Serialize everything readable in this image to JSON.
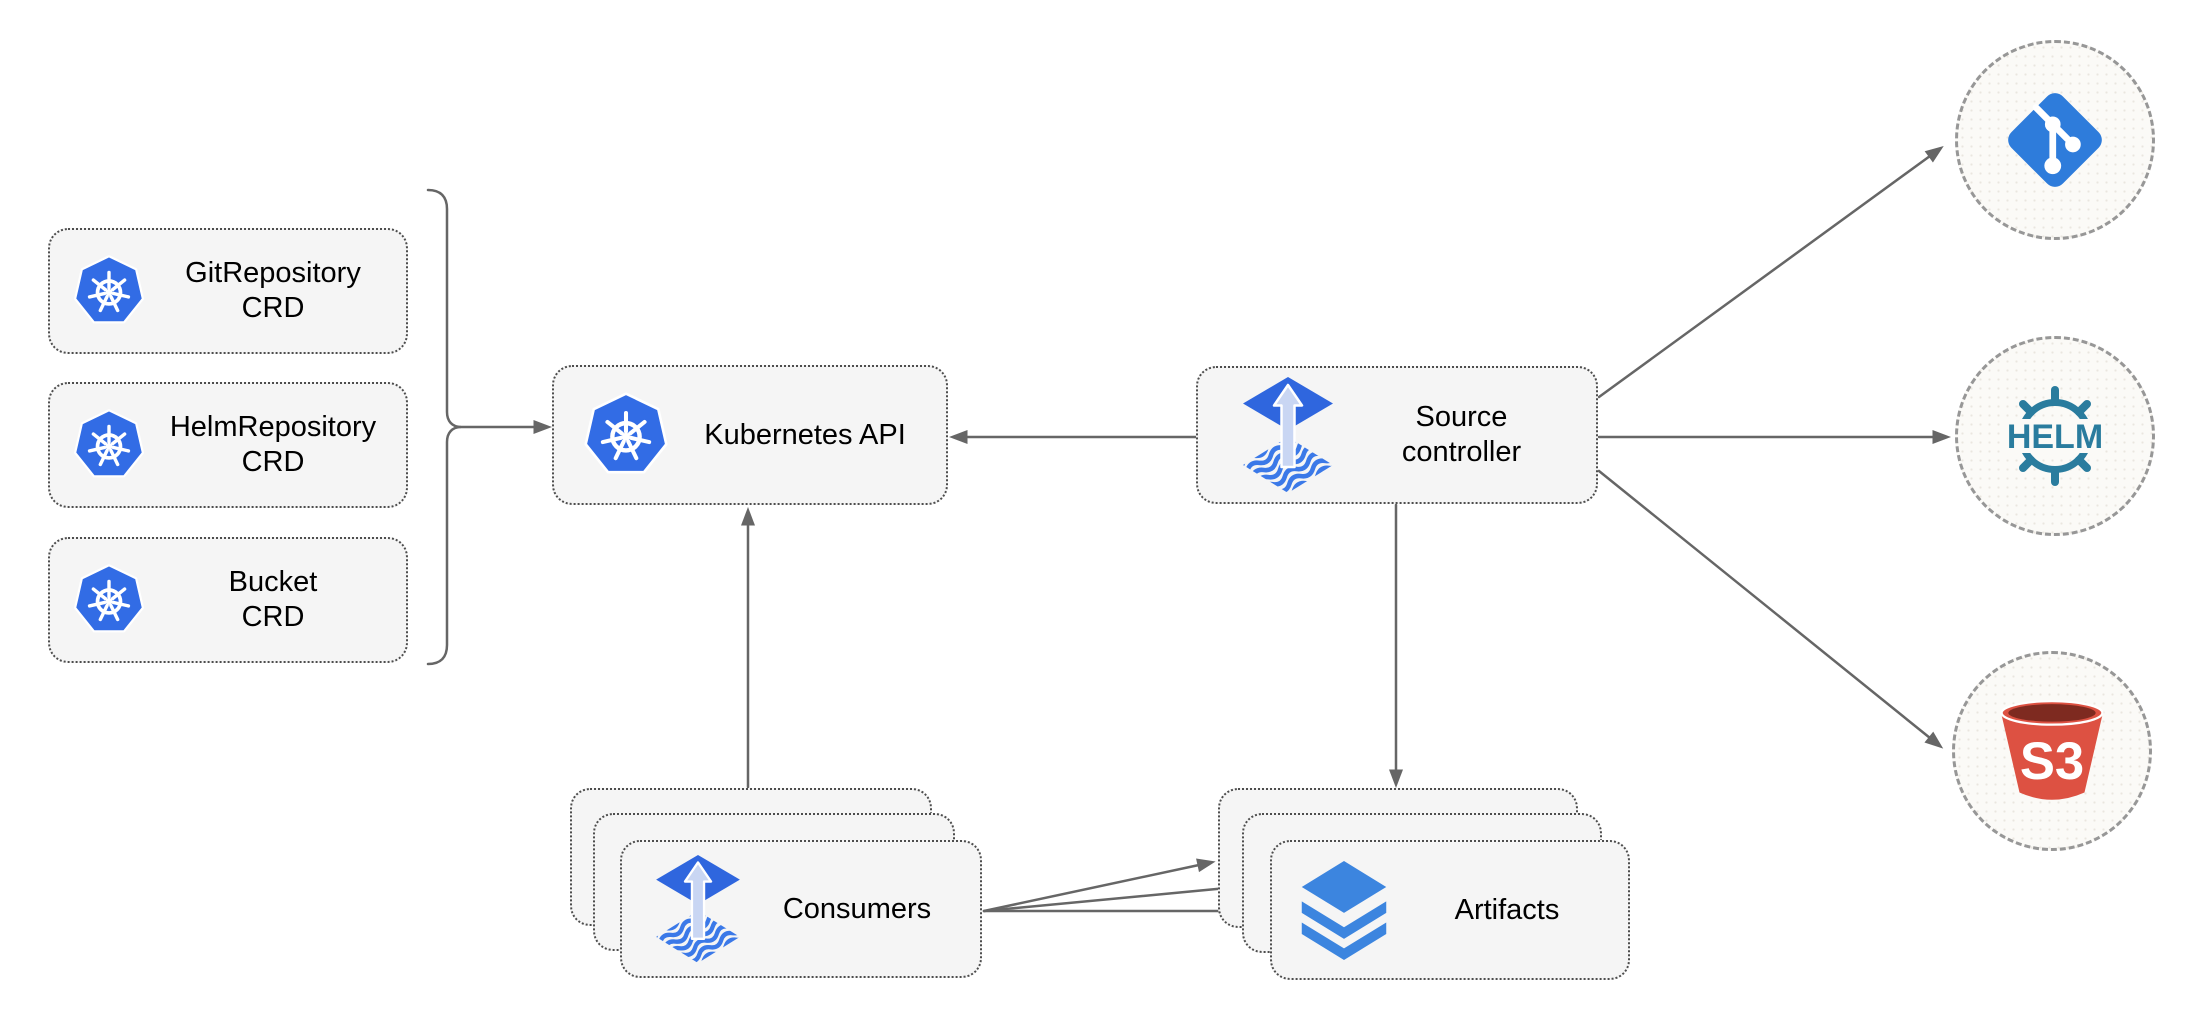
{
  "diagram": {
    "crds": [
      {
        "line1": "GitRepository",
        "line2": "CRD"
      },
      {
        "line1": "HelmRepository",
        "line2": "CRD"
      },
      {
        "line1": "Bucket",
        "line2": "CRD"
      }
    ],
    "kubernetes_api": {
      "label": "Kubernetes API"
    },
    "source_controller": {
      "line1": "Source",
      "line2": "controller"
    },
    "consumers": {
      "label": "Consumers"
    },
    "artifacts": {
      "label": "Artifacts"
    },
    "external": {
      "helm": {
        "label": "HELM"
      },
      "s3": {
        "label": "S3"
      }
    },
    "colors": {
      "kubernetes_blue": "#326CE5",
      "flux_blue": "#2F66DE",
      "flux_wave_blue": "#3B79E8",
      "git_blue": "#2E7CDB",
      "helm_teal": "#2A7C9E",
      "s3_red": "#DD5142",
      "s3_dark_red": "#7E2A20",
      "layers_blue": "#3C85DF",
      "connector_gray": "#666666",
      "node_fill": "#F5F5F5"
    }
  }
}
